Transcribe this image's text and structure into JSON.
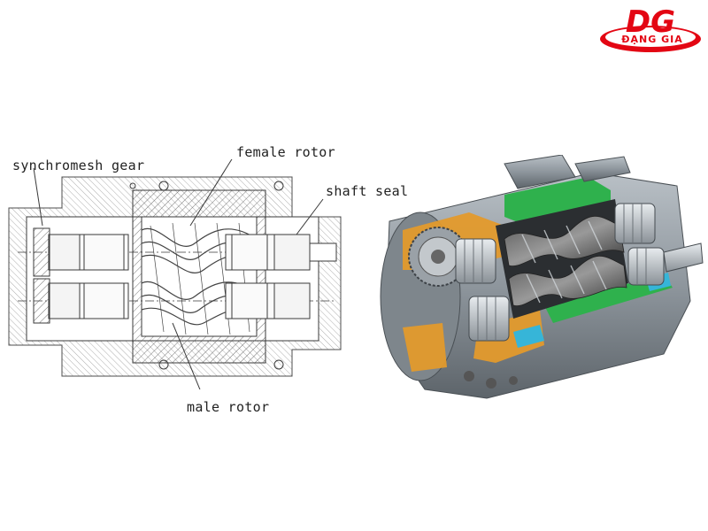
{
  "brand": {
    "logo_text": "DG",
    "tagline": "ĐẠNG GIA",
    "color": "#e30613"
  },
  "diagram": {
    "labels": {
      "synchromesh_gear": "synchromesh gear",
      "female_rotor": "female rotor",
      "shaft_seal": "shaft seal",
      "male_rotor": "male rotor"
    }
  },
  "colors": {
    "line": "#3a3a3a",
    "housing": "#8d959c",
    "housing_dark": "#5f666c",
    "orange": "#e39a2c",
    "green": "#2fb14d",
    "cyan": "#36b5d8"
  }
}
